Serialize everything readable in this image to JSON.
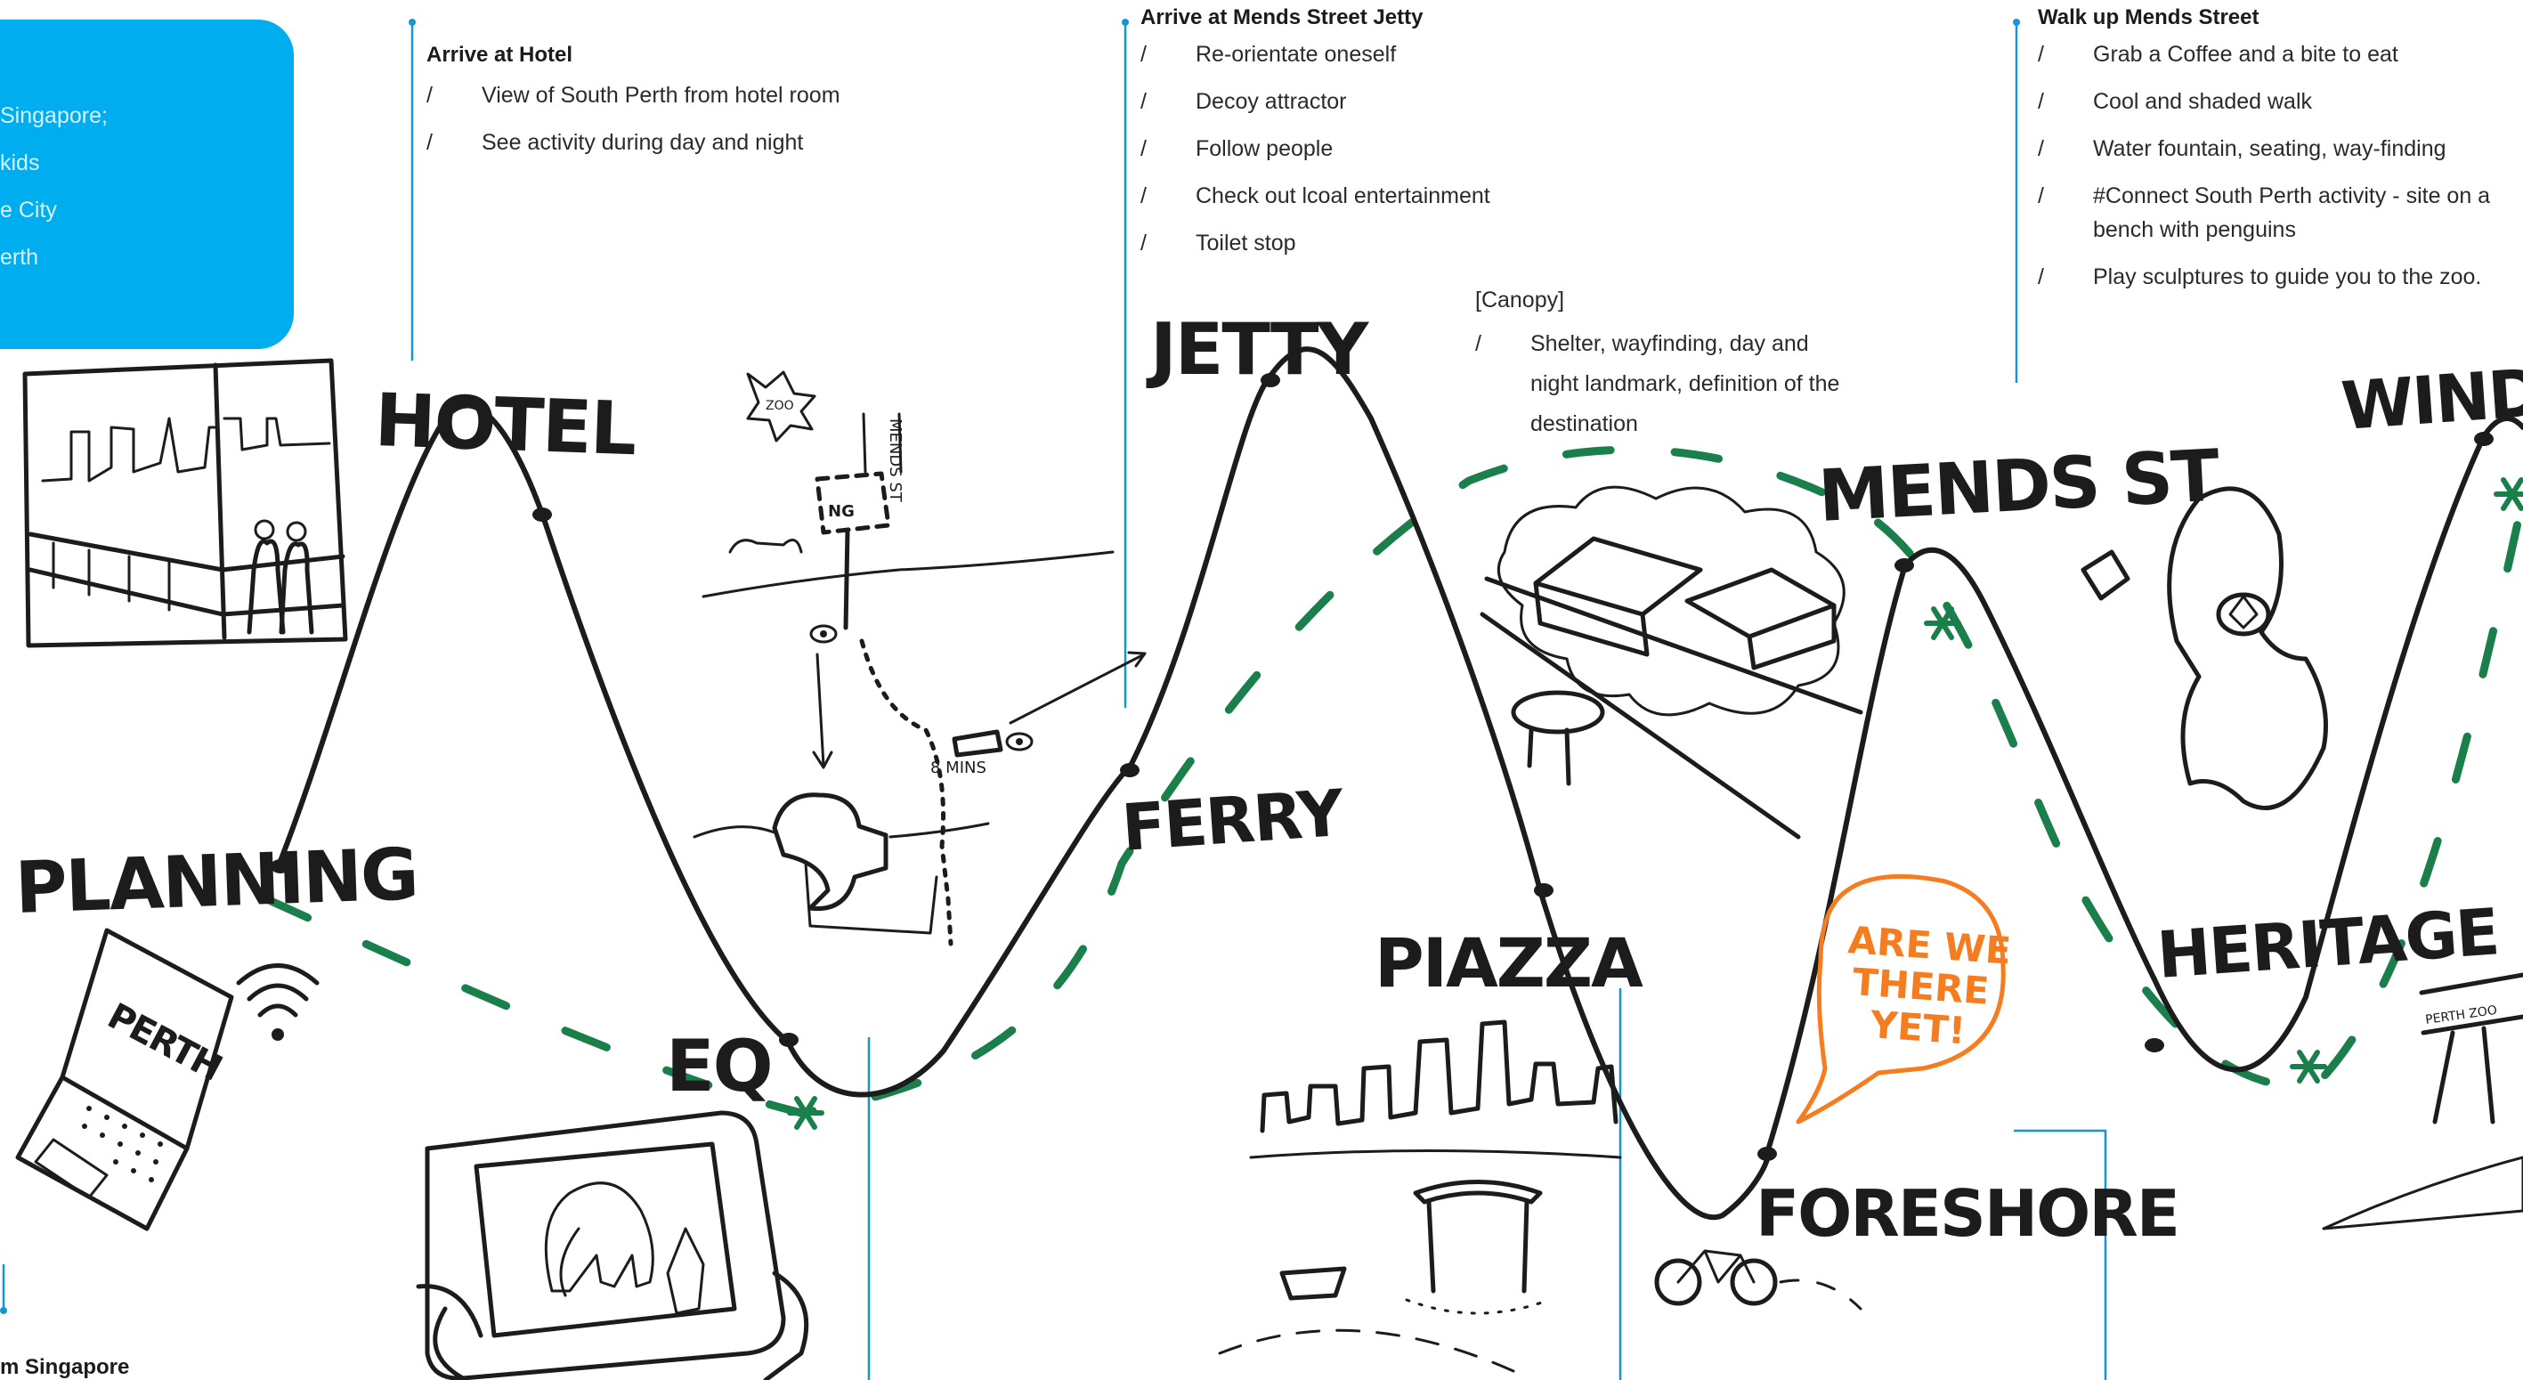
{
  "intro_card": {
    "lines": [
      "Singapore;",
      "kids",
      "e City",
      "erth"
    ],
    "color": "#00aeef"
  },
  "annotations": {
    "hotel": {
      "title": "Arrive at Hotel",
      "items": [
        "View of South Perth from hotel room",
        "See activity during day and night"
      ]
    },
    "jetty": {
      "title": "Arrive at Mends Street Jetty",
      "items": [
        "Re-orientate oneself",
        "Decoy attractor",
        "Follow people",
        "Check out lcoal entertainment",
        "Toilet stop"
      ]
    },
    "canopy": {
      "title": "[Canopy]",
      "items": [
        "Shelter, wayfinding, day and night landmark, definition of the destination"
      ]
    },
    "mends": {
      "title": "Walk up Mends Street",
      "items": [
        "Grab a Coffee and a bite to eat",
        "Cool and shaded walk",
        "Water fountain, seating, way-finding",
        "#Connect South Perth activity - site on a bench with penguins",
        "Play sculptures to guide you to the zoo."
      ]
    },
    "singapore": {
      "title": "m Singapore"
    }
  },
  "bullet_symbol": "/",
  "stages": {
    "planning": "PLANNING",
    "hotel": "HOTEL",
    "eq": "EQ",
    "ferry": "FERRY",
    "jetty": "JETTY",
    "piazza": "PIAZZA",
    "foreshore": "FORESHORE",
    "mends": "MENDS ST",
    "heritage": "HERITAGE",
    "windsor": "WINDSOR"
  },
  "sketch_text": {
    "laptop": "PERTH",
    "zoo": "ZOO",
    "mends_st": "MENDS ST",
    "ng": "NG",
    "mins": "8 MINS",
    "perth_zoo": "PERTH ZOO",
    "bubble_lines": [
      "ARE WE",
      "THERE",
      "YET!"
    ]
  },
  "colors": {
    "accent_blue": "#1496d6",
    "dash_green": "#1a7f4a",
    "bubble_orange": "#f57c1f",
    "ink": "#1c1c1c"
  },
  "icons": [
    "wifi-icon",
    "star-icon",
    "eye-icon"
  ]
}
